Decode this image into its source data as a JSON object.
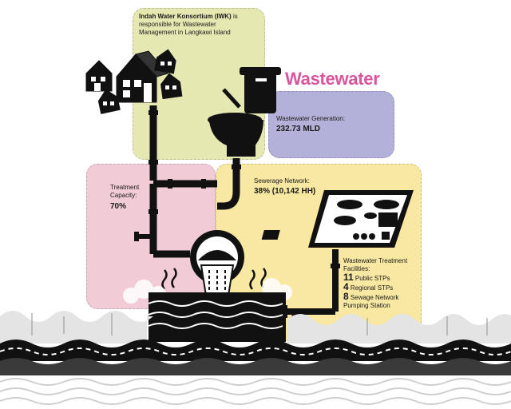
{
  "title": "Wastewater",
  "iwk": {
    "name": "Indah Water Konsortium (IWK)",
    "desc_1": "is",
    "desc_2": "responsible for Wastewater",
    "desc_3": "Management in Langkawi Island"
  },
  "generation": {
    "label": "Wastewater Generation:",
    "value": "232.73 MLD"
  },
  "treatment": {
    "label_1": "Treatment",
    "label_2": "Capacity:",
    "value": "70%"
  },
  "sewerage": {
    "label": "Sewerage Network:",
    "value": "38% (10,142 HH)"
  },
  "facilities": {
    "label_1": "Wastewater Treatment",
    "label_2": "Facilities:",
    "items": [
      {
        "count": "11",
        "text": "Public STPs"
      },
      {
        "count": "4",
        "text": "Regional STPs"
      },
      {
        "count": "8",
        "text": "Sewage Network"
      }
    ],
    "item_extra": "Pumping Station"
  },
  "colors": {
    "accent": "#d9559e",
    "iwk_box": "#e6e8b2",
    "generation_box": "#b3b1d9",
    "treatment_box": "#f1cbd5",
    "sewerage_box": "#f8e8a2"
  }
}
